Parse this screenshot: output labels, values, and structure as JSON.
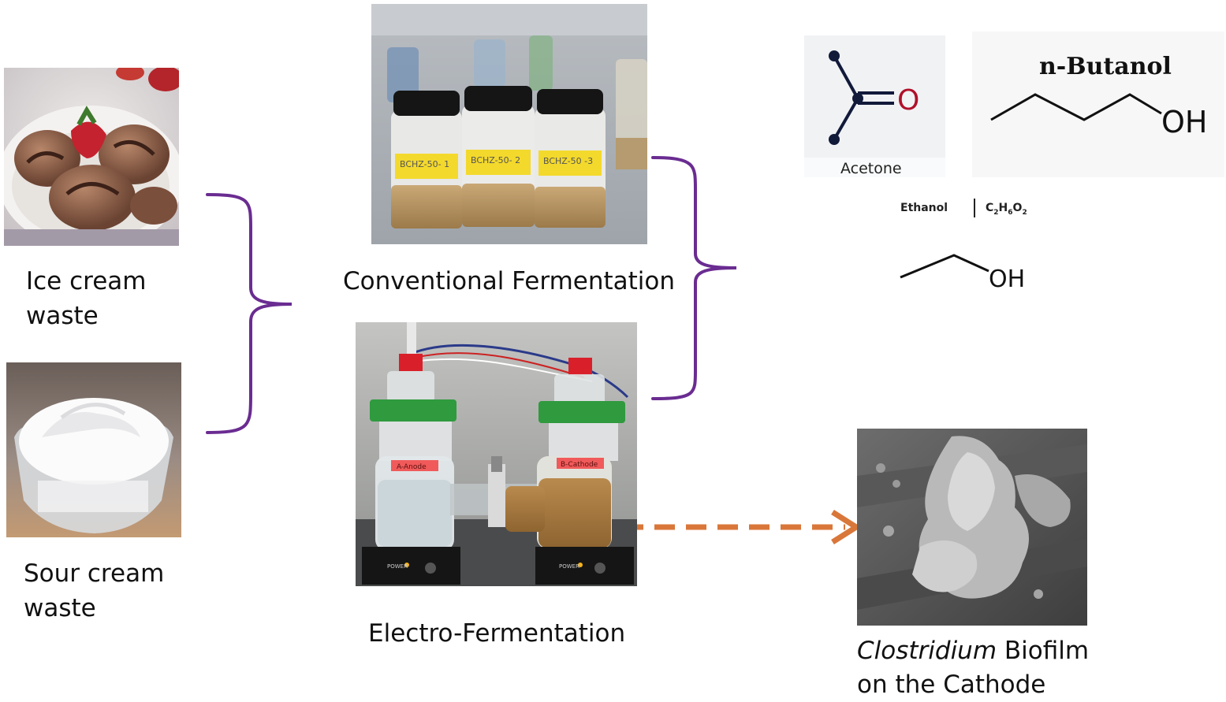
{
  "inputs": {
    "ice_cream": {
      "line1": "Ice cream",
      "line2": "waste"
    },
    "sour_cream": {
      "line1": "Sour cream",
      "line2": "waste"
    }
  },
  "processes": {
    "conventional": {
      "label": "Conventional Fermentation",
      "bottle_labels": [
        "BCHZ-50-\n1",
        "BCHZ-50-\n2",
        "BCHZ-50\n-3"
      ]
    },
    "electro": {
      "label": "Electro-Fermentation",
      "chamber_labels": [
        "A-Anode",
        "B-Cathode"
      ],
      "stirrer_text": "POWER"
    }
  },
  "products": {
    "acetone": {
      "atom": "O",
      "caption": "Acetone"
    },
    "butanol": {
      "title": "n-Butanol",
      "group": "OH"
    },
    "ethanol": {
      "name": "Ethanol",
      "formula_parts": [
        "C",
        "2",
        "H",
        "6",
        "O",
        "2"
      ],
      "group": "OH"
    }
  },
  "biofilm": {
    "line1_italic": "Clostridium",
    "line1_rest": " Biofilm",
    "line2": "on the Cathode"
  },
  "colors": {
    "bracket": "#6a2c91",
    "arrow": "#d9773a",
    "acetone_oxygen": "#b0102a",
    "mol_line": "#1a1a1a"
  }
}
